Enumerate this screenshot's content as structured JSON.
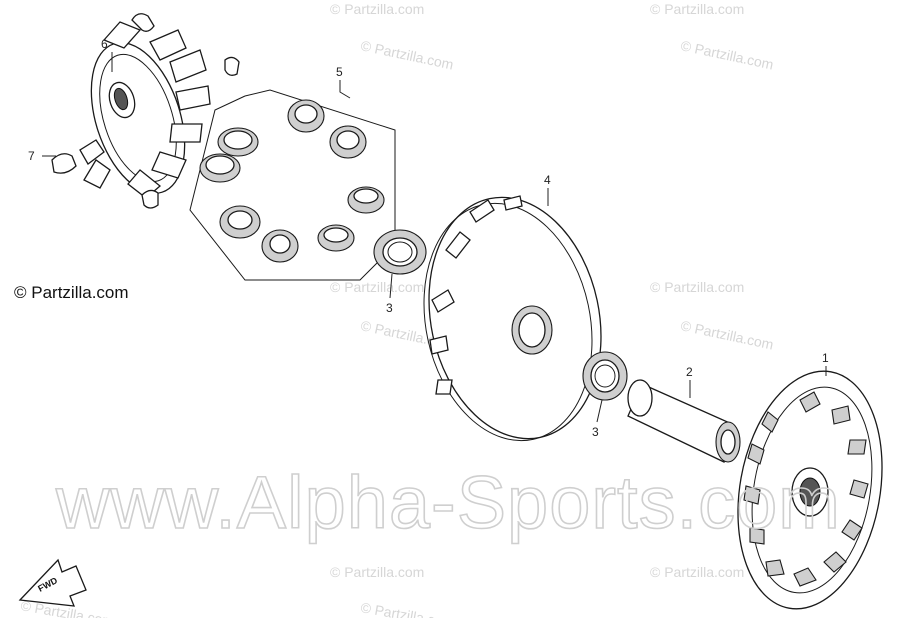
{
  "brand": {
    "text": "© Partzilla.com"
  },
  "watermark": {
    "text": "www.Alpha-Sports.com"
  },
  "small_watermark": {
    "text": "© Partzilla.com"
  },
  "arrow": {
    "label": "FWD"
  },
  "callouts": {
    "c1": "1",
    "c2": "2",
    "c3a": "3",
    "c3b": "3",
    "c4": "4",
    "c5": "5",
    "c6": "6",
    "c7": "7"
  }
}
